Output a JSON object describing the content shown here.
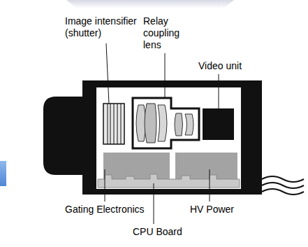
{
  "diagram": {
    "labels": [
      "Image intensifier (shutter)",
      "Relay coupling lens",
      "Video unit",
      "Gating Electronics",
      "HV Power",
      "CPU Board"
    ]
  }
}
